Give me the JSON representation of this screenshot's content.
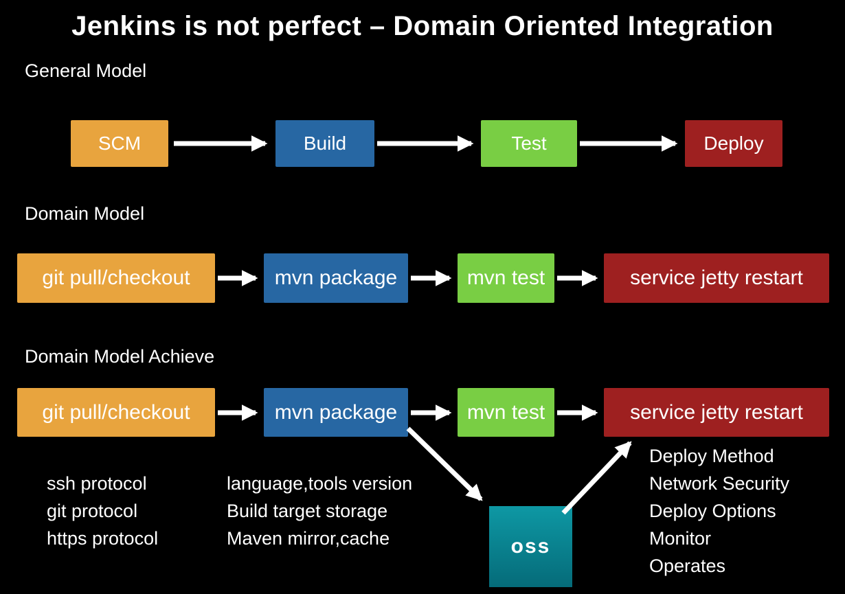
{
  "title": "Jenkins is not perfect – Domain Oriented Integration",
  "colors": {
    "background": "#000000",
    "text": "#FFFFFF",
    "arrow": "#FFFFFF",
    "scm_orange": "#E8A43E",
    "build_blue": "#2767A3",
    "test_green": "#79CE44",
    "deploy_red": "#9E2020",
    "oss_teal_top": "#0E98A4",
    "oss_teal_bottom": "#056B79"
  },
  "sections": {
    "general": {
      "heading": "General Model",
      "boxes": [
        {
          "label": "SCM",
          "color": "orange"
        },
        {
          "label": "Build",
          "color": "blue"
        },
        {
          "label": "Test",
          "color": "green"
        },
        {
          "label": "Deploy",
          "color": "red"
        }
      ]
    },
    "domain": {
      "heading": "Domain Model",
      "boxes": [
        {
          "label": "git pull/checkout",
          "color": "orange"
        },
        {
          "label": "mvn package",
          "color": "blue"
        },
        {
          "label": "mvn test",
          "color": "green"
        },
        {
          "label": "service jetty restart",
          "color": "red"
        }
      ]
    },
    "achieve": {
      "heading": "Domain Model Achieve",
      "boxes": [
        {
          "label": "git pull/checkout",
          "color": "orange"
        },
        {
          "label": "mvn package",
          "color": "blue"
        },
        {
          "label": "mvn test",
          "color": "green"
        },
        {
          "label": "service jetty restart",
          "color": "red"
        }
      ],
      "storage_box": {
        "label": "oss"
      },
      "notes_scm": [
        "ssh protocol",
        "git protocol",
        "https protocol"
      ],
      "notes_build": [
        "language,tools version",
        "Build target storage",
        "Maven mirror,cache"
      ],
      "notes_deploy": [
        "Deploy Method",
        "Network Security",
        "Deploy Options",
        "Monitor",
        "Operates"
      ]
    }
  }
}
